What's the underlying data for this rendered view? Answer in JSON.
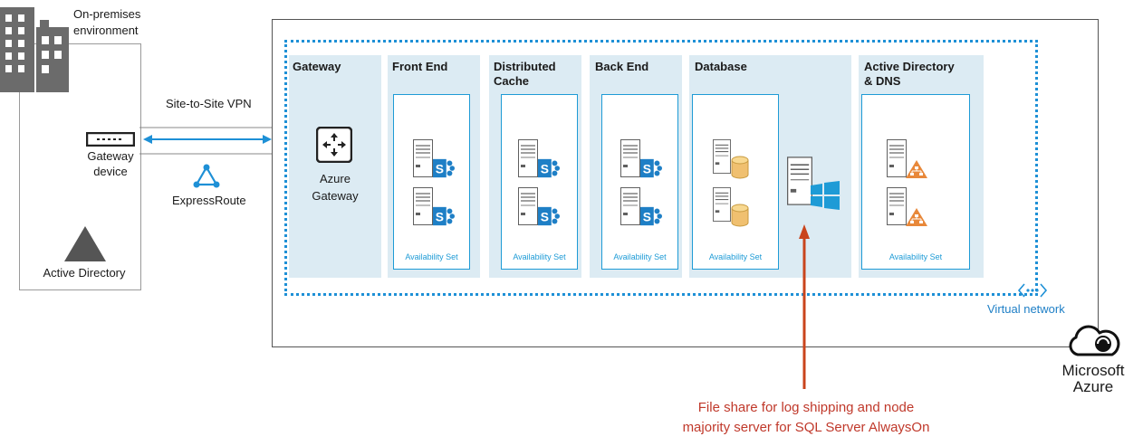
{
  "onprem": {
    "title_line1": "On-premises",
    "title_line2": "environment",
    "gateway_device_line1": "Gateway",
    "gateway_device_line2": "device",
    "active_directory": "Active Directory"
  },
  "links": {
    "vpn": "Site-to-Site VPN",
    "expressroute": "ExpressRoute"
  },
  "tiers": {
    "gateway": {
      "title": "Gateway",
      "label_line1": "Azure",
      "label_line2": "Gateway"
    },
    "frontend": {
      "title": "Front End",
      "avset": "Availability Set"
    },
    "cache": {
      "title_line1": "Distributed",
      "title_line2": "Cache",
      "avset": "Availability Set"
    },
    "backend": {
      "title": "Back End",
      "avset": "Availability Set"
    },
    "database": {
      "title": "Database",
      "avset": "Availability Set"
    },
    "ad": {
      "title_line1": "Active Directory",
      "title_line2": "& DNS",
      "avset": "Availability Set"
    }
  },
  "vnet_label": "Virtual network",
  "azure": {
    "line1": "Microsoft",
    "line2": "Azure"
  },
  "callout": {
    "line1": "File share for log shipping and node",
    "line2": "majority server for SQL Server AlwaysOn"
  },
  "colors": {
    "accent_blue": "#1e90d6",
    "tier_bg": "#dcebf3",
    "sharepoint": "#1e7fc6",
    "database": "#f0c070",
    "ad_icon": "#e8883a",
    "callout_red": "#c0392b"
  },
  "icons": [
    "building-icon",
    "gateway-device-icon",
    "expressroute-icon",
    "active-directory-icon",
    "azure-gateway-icon",
    "sharepoint-server-icon",
    "sql-server-icon",
    "windows-server-icon",
    "ad-dns-server-icon",
    "virtual-network-icon",
    "azure-cloud-icon"
  ]
}
